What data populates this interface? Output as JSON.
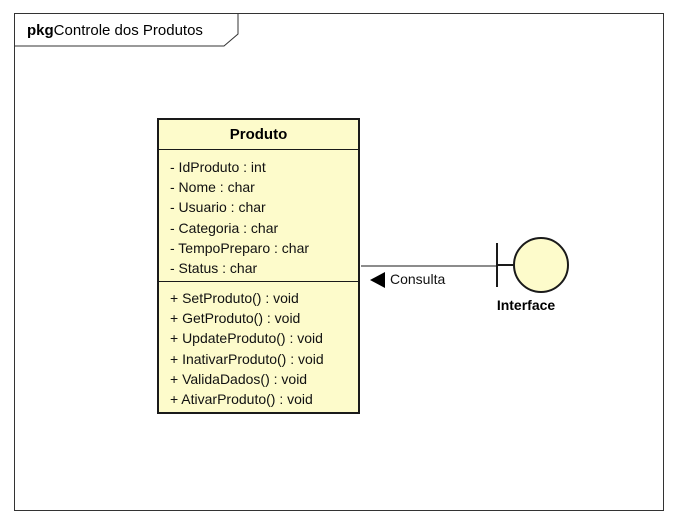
{
  "package": {
    "keyword": "pkg",
    "name": "Controle dos Produtos"
  },
  "class": {
    "name": "Produto",
    "attributes": [
      "- IdProduto : int",
      "- Nome : char",
      "- Usuario : char",
      "- Categoria : char",
      "- TempoPreparo : char",
      "- Status : char"
    ],
    "methods": [
      "+ SetProduto() : void",
      "+ GetProduto() : void",
      "+ UpdateProduto() : void",
      "+ InativarProduto() : void",
      "+ ValidaDados() : void",
      "+ AtivarProduto() : void"
    ]
  },
  "association": {
    "label": "Consulta",
    "direction_icon": "triangle-left-icon"
  },
  "boundary": {
    "name": "Interface",
    "icon": "boundary-icon"
  },
  "colors": {
    "class_fill": "#fdfbcb",
    "boundary_fill": "#fdfbcb",
    "line": "#1a1a1a"
  }
}
